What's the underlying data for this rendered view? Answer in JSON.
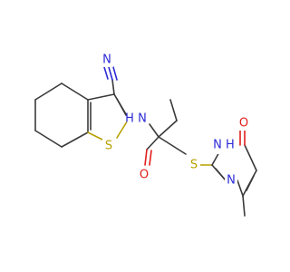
{
  "molecule": {
    "atoms": {
      "n_nitrile": {
        "symbol": "N",
        "color": "#2b2bd6"
      },
      "n_amide": {
        "symbol": "H\nN",
        "color": "#2b2bd6"
      },
      "o_amide": {
        "symbol": "O",
        "color": "#e0201b"
      },
      "s_thiophene": {
        "symbol": "S",
        "color": "#b7a000"
      },
      "s_thioether": {
        "symbol": "S",
        "color": "#b7a000"
      },
      "nh_ring": {
        "symbol": "N\nH",
        "color": "#2b2bd6"
      },
      "n_ring": {
        "symbol": "N",
        "color": "#2b2bd6"
      },
      "o_ring": {
        "symbol": "O",
        "color": "#e0201b"
      }
    },
    "colors": {
      "carbon_bond": "#3a3a3a",
      "nitrogen": "#2b2bd6",
      "oxygen": "#e0201b",
      "sulfur": "#b7a000",
      "background": "#ffffff"
    }
  }
}
